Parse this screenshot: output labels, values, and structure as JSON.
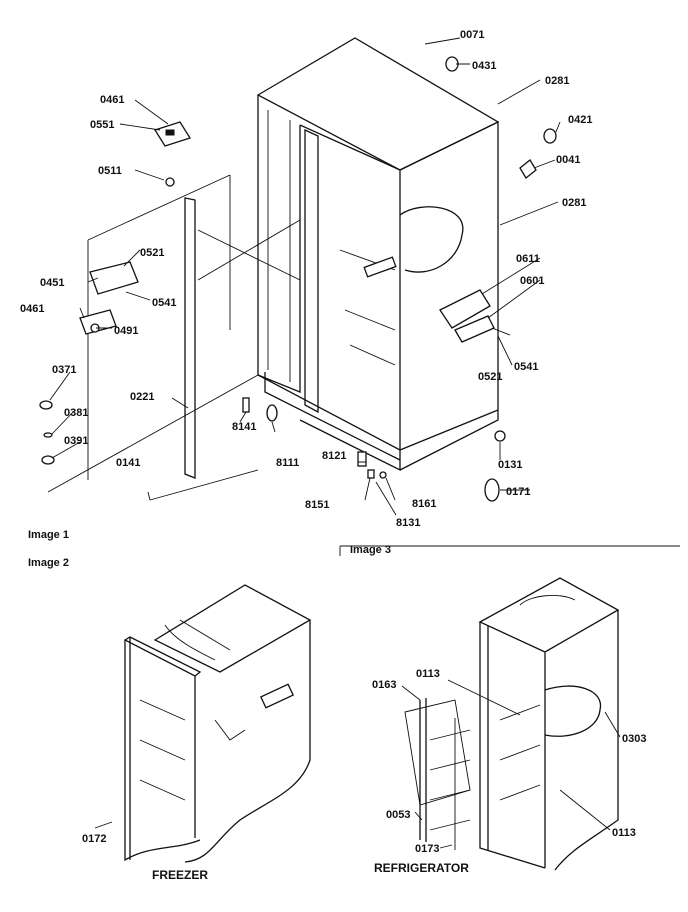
{
  "captions": {
    "image1": "Image 1",
    "image2": "Image 2",
    "image3": "Image 3",
    "freezer": "FREEZER",
    "refrigerator": "REFRIGERATOR"
  },
  "callouts": {
    "c0071": "0071",
    "c0431": "0431",
    "c0281a": "0281",
    "c0461a": "0461",
    "c0551": "0551",
    "c0421": "0421",
    "c0041": "0041",
    "c0511": "0511",
    "c0281b": "0281",
    "c0521a": "0521",
    "c0451": "0451",
    "c0541a": "0541",
    "c0461b": "0461",
    "c0491": "0491",
    "c0611": "0611",
    "c0601": "0601",
    "c0521b": "0521",
    "c0541b": "0541",
    "c0371": "0371",
    "c0381": "0381",
    "c0391": "0391",
    "c0221": "0221",
    "c8141": "8141",
    "c8111": "8111",
    "c0141": "0141",
    "c0131": "0131",
    "c8121": "8121",
    "c0171": "0171",
    "c8151": "8151",
    "c8161": "8161",
    "c8131": "8131",
    "c0113a": "0113",
    "c0163": "0163",
    "c0303": "0303",
    "c0053": "0053",
    "c0113b": "0113",
    "c0173": "0173",
    "c0172": "0172"
  }
}
